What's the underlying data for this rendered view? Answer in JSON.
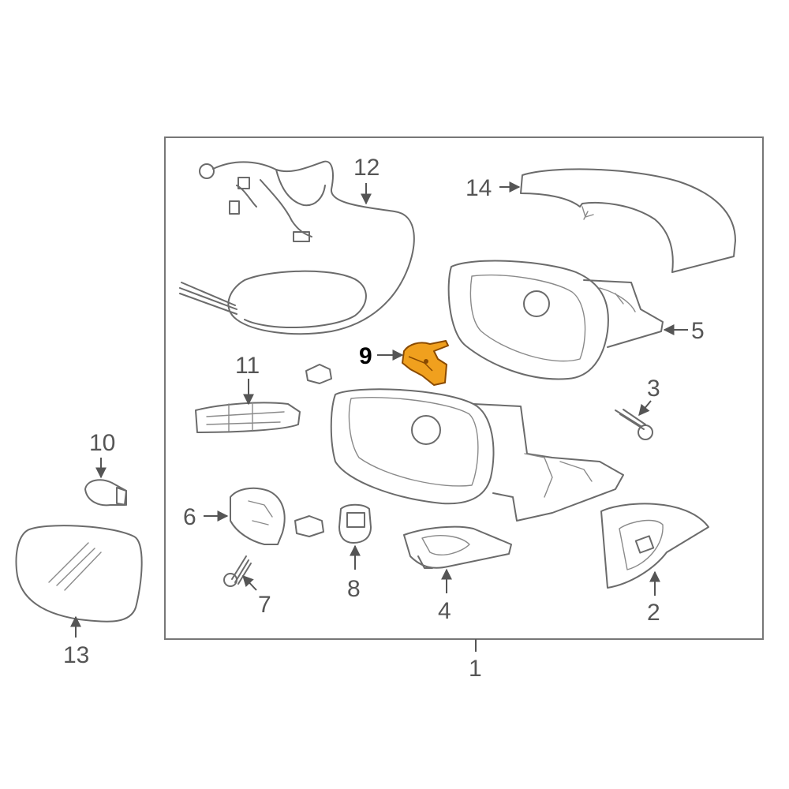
{
  "callouts": {
    "c1": "1",
    "c2": "2",
    "c3": "3",
    "c4": "4",
    "c5": "5",
    "c6": "6",
    "c7": "7",
    "c8": "8",
    "c9": "9",
    "c10": "10",
    "c11": "11",
    "c12": "12",
    "c13": "13",
    "c14": "14"
  },
  "highlighted_part": "9",
  "colors": {
    "highlight_fill": "#f0a01e",
    "highlight_stroke": "#8a4a00",
    "line_art": "#6b6b6b",
    "frame": "#777777"
  }
}
